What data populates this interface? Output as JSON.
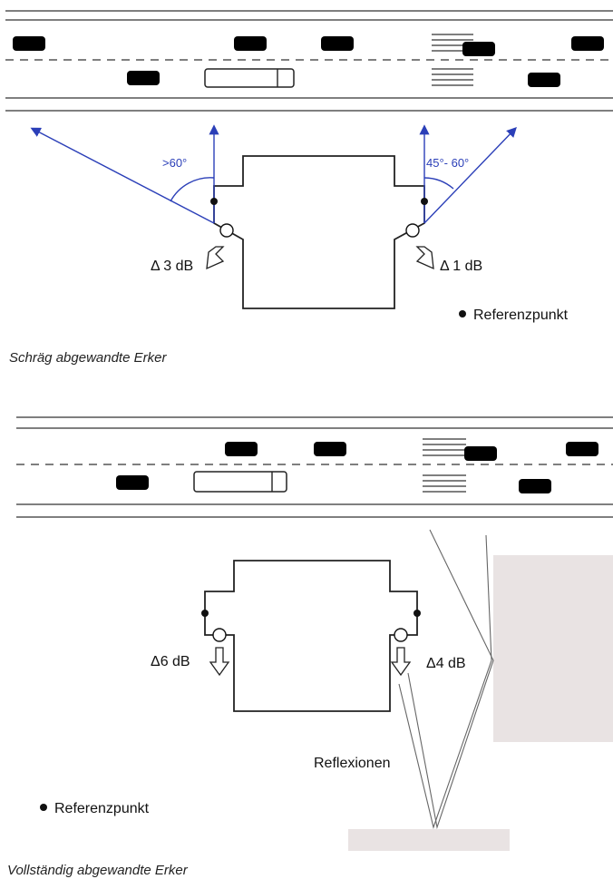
{
  "top": {
    "angle_left": ">60°",
    "angle_right": "45°- 60°",
    "delta_left": "Δ 3 dB",
    "delta_right": "Δ 1 dB",
    "legend": "Referenzpunkt",
    "caption": "Schräg abgewandte Erker"
  },
  "bottom": {
    "delta_left": "Δ6 dB",
    "delta_right": "Δ4 dB",
    "reflections": "Reflexionen",
    "legend": "Referenzpunkt",
    "caption": "Vollständig abgewandte Erker"
  },
  "colors": {
    "sight_lines": "#2b3fb8",
    "reflecting_surface": "#e9e3e3"
  }
}
